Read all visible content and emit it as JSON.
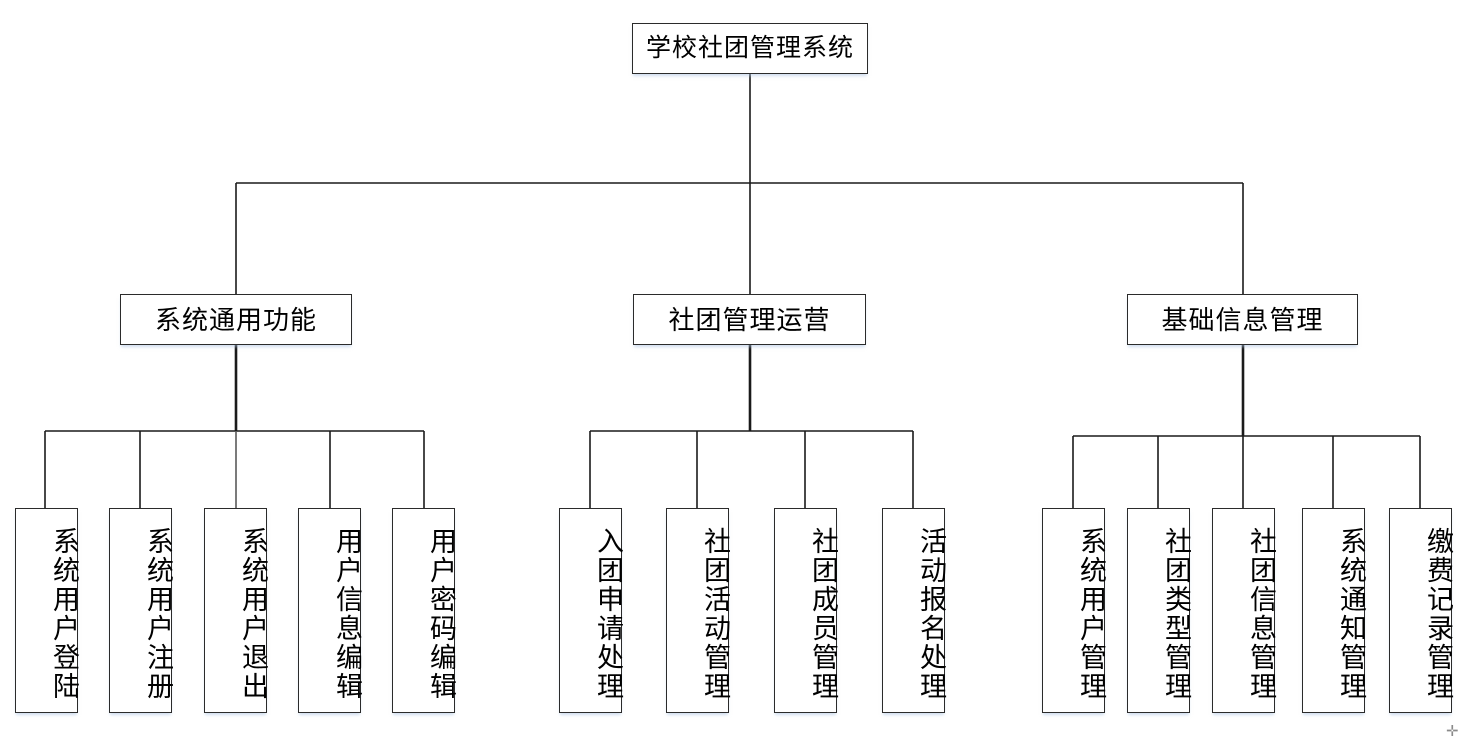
{
  "diagram": {
    "type": "org-chart",
    "title": "学校社团管理系统",
    "root": {
      "label": "学校社团管理系统"
    },
    "branches": [
      {
        "label": "系统通用功能",
        "leaves": [
          {
            "label": "系统用户登陆"
          },
          {
            "label": "系统用户注册"
          },
          {
            "label": "系统用户退出"
          },
          {
            "label": "用户信息编辑"
          },
          {
            "label": "用户密码编辑"
          }
        ]
      },
      {
        "label": "社团管理运营",
        "leaves": [
          {
            "label": "入团申请处理"
          },
          {
            "label": "社团活动管理"
          },
          {
            "label": "社团成员管理"
          },
          {
            "label": "活动报名处理"
          }
        ]
      },
      {
        "label": "基础信息管理",
        "leaves": [
          {
            "label": "系统用户管理"
          },
          {
            "label": "社团类型管理"
          },
          {
            "label": "社团信息管理"
          },
          {
            "label": "系统通知管理"
          },
          {
            "label": "缴费记录管理"
          }
        ]
      }
    ],
    "colors": {
      "box_border": "#2b2b2b",
      "box_fill": "#ffffff",
      "connector": "#1a1a1a",
      "shadow": "#c3d4ea",
      "text": "#000000"
    },
    "cursor_marker": "✛"
  }
}
